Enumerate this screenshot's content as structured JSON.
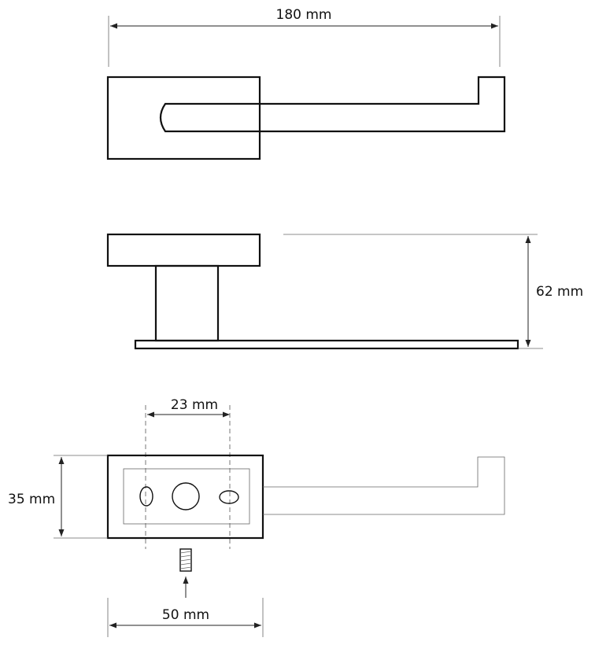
{
  "dimensions": {
    "overall_width": "180 mm",
    "height": "62 mm",
    "hole_spacing": "23 mm",
    "plate_height": "35 mm",
    "plate_width": "50 mm"
  }
}
